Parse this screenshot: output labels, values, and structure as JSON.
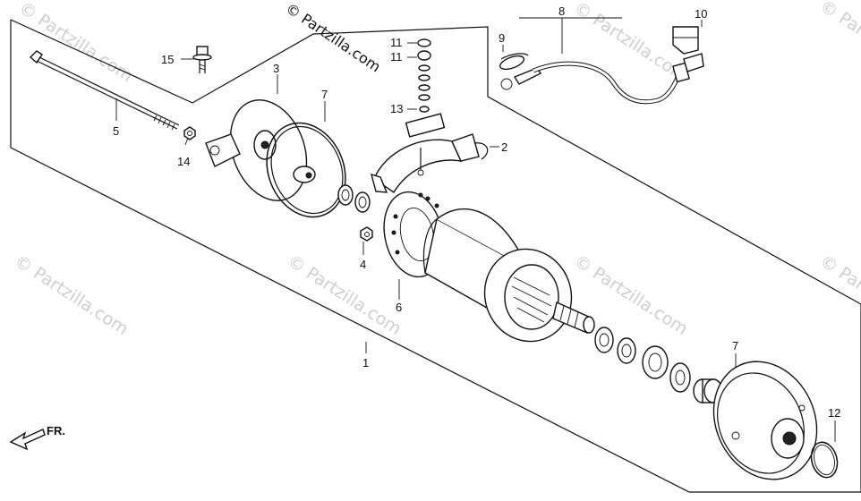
{
  "watermark": {
    "main": "© Partzilla.com",
    "faint": "© Partzilla.com"
  },
  "front_arrow_label": "FR.",
  "callouts": {
    "c1": "1",
    "c2": "2",
    "c3": "3",
    "c4": "4",
    "c5": "5",
    "c6": "6",
    "c7a": "7",
    "c7b": "7",
    "c8": "8",
    "c9": "9",
    "c10": "10",
    "c11a": "11",
    "c11b": "11",
    "c12": "12",
    "c13": "13",
    "c14": "14",
    "c15": "15"
  }
}
